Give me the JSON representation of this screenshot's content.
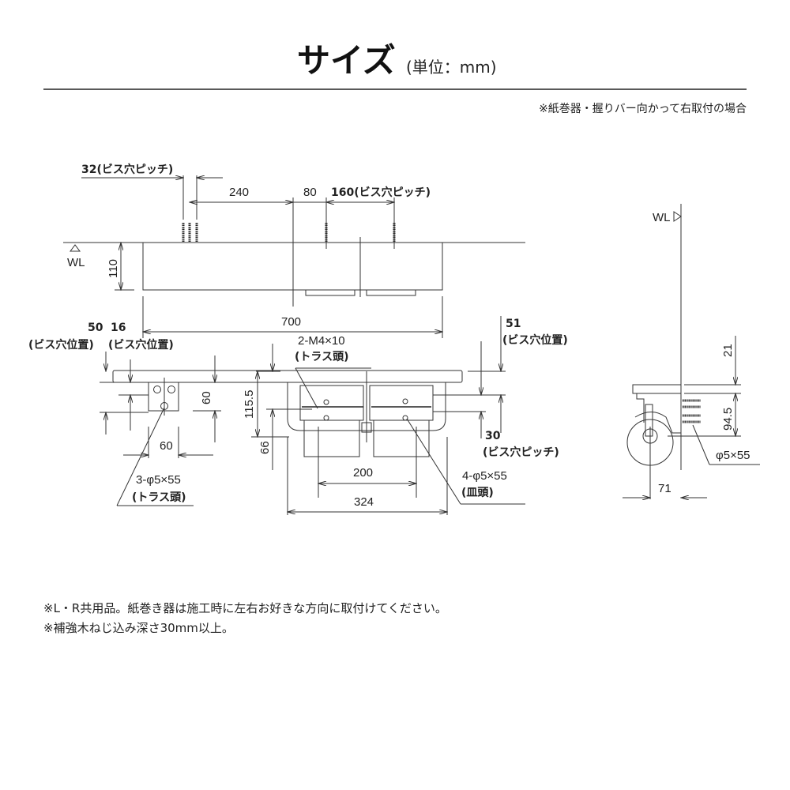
{
  "header": {
    "title": "サイズ",
    "unit": "(単位：mm)",
    "orientation_note": "※紙巻器・握りバー向かって右取付の場合"
  },
  "top_view": {
    "pitch32": "32(ビス穴ピッチ)",
    "d240": "240",
    "d80": "80",
    "pitch160": "160(ビス穴ピッチ)",
    "wl": "WL",
    "d110": "110",
    "d700": "700"
  },
  "front_view": {
    "d50": "50",
    "d16": "16",
    "pos_label_left": "(ビス穴位置)",
    "pos_label_mid": "(ビス穴位置)",
    "m4": "2-M4×10",
    "m4_head": "(トラス頭)",
    "d51": "51",
    "pos_label_right": "(ビス穴位置)",
    "d115": "115.5",
    "d60v": "60",
    "d66": "66",
    "d60h": "60",
    "screw3": "3-φ5×55",
    "screw3_head": "(トラス頭)",
    "d200": "200",
    "d324": "324",
    "screw4": "4-φ5×55",
    "screw4_head": "(皿頭)",
    "d30": "30",
    "pitch30": "(ビス穴ピッチ)"
  },
  "side_view": {
    "wl": "WL",
    "d21": "21",
    "d94": "94.5",
    "screw": "φ5×55",
    "d71": "71"
  },
  "notes": [
    "※L・R共用品。紙巻き器は施工時に左右お好きな方向に取付けてください。",
    "※補強木ねじ込み深さ30mm以上。"
  ]
}
